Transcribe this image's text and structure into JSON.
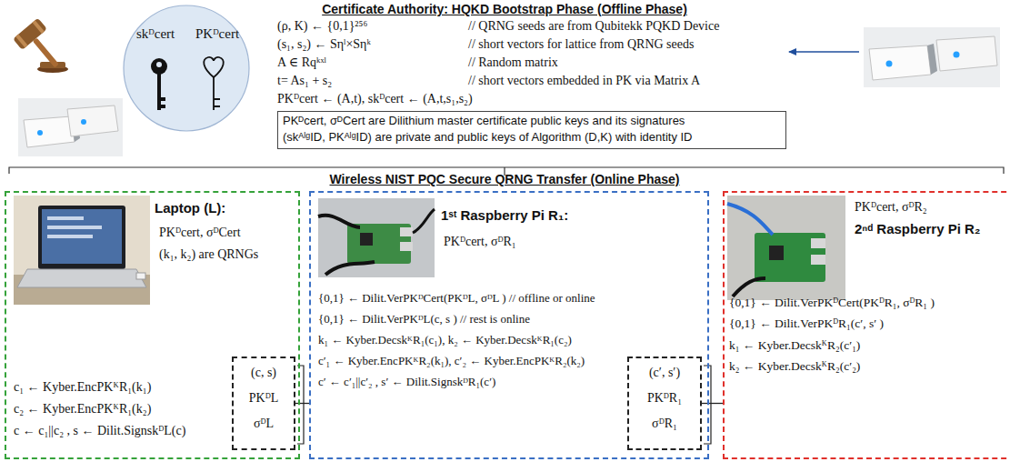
{
  "diagram": {
    "title": "Certificate Authority: HQKD Bootstrap Phase (Offline Phase)",
    "nodes": [
      {
        "text": [
          "skᴰcert",
          "PKᴰcert"
        ]
      },
      {
        "text": [
          "PKᴰcert, σᴰCert are Dilithium master certificate public keys and its signatures",
          "(skᴬˡᵍID, PKᴬˡᵍID) are private and public keys of Algorithm (D,K) with identity ID"
        ]
      },
      {
        "text": [
          "Laptop (L):",
          "PKᴰcert, σᴰCert",
          "(k₁, k₂) are QRNGs",
          "c₁ ← Kyber.EncPKᴷR₁(k₁)",
          "c₂ ← Kyber.EncPKᴷR₁(k₂)",
          "c ← c₁||c₂ , s ← Dilit.SignskᴰL(c)"
        ]
      },
      {
        "text": [
          "(c, s)",
          "PKᴰL",
          "σᴰL"
        ],
        "in": 2
      },
      {
        "text": [
          "1ˢᵗ Raspberry Pi R₁:",
          "PKᴰcert, σᴰR₁",
          "{0,1} ← Dilit.VerPKᴰCert(PKᴰL, σᴰL ) // offline or online",
          "{0,1} ← Dilit.VerPKᴰL(c, s ) // rest is online",
          "k₁ ← Kyber.DecskᴷR₁(c₁), k₂ ← Kyber.DecskᴷR₁(c₂)",
          "c′₁ ← Kyber.EncPKᴷR₂(k₁), c′₂ ← Kyber.EncPKᴷR₂(k₂)",
          "c′ ← c′₁||c′₂ , s′ ← Dilit.SignskᴰR₁(c′)"
        ]
      },
      {
        "text": [
          "(c′, s′)",
          "PKᴰR₁",
          "σᴰR₁"
        ],
        "in": 4
      },
      {
        "text": [
          "PKᴰcert, σᴰR₂",
          "2ⁿᵈ Raspberry Pi R₂",
          "{0,1} ← Dilit.VerPKᴰCert(PKᴰR₁, σᴰR₁ )",
          "{0,1} ← Dilit.VerPKᴰR₁(c′, s′ )",
          "k₁ ← Kyber.DecskᴷR₂(c′₁)",
          "k₂ ← Kyber.DecskᴷR₂(c′₂)"
        ]
      }
    ],
    "edges": [
      {
        "from": 3,
        "to": 4,
        "arrow": "none"
      },
      {
        "from": 5,
        "to": 6,
        "arrow": "none"
      }
    ],
    "labels": [
      "Wireless NIST PQC Secure QRNG Transfer (Online Phase)",
      "(ρ, K) ← {0,1}²⁵⁶",
      "// QRNG seeds are from Qubitekk PQKD Device",
      "(s₁, s₂) ← Sηˡ×Sηᵏ",
      "// short vectors for lattice from QRNG seeds",
      "A ∈ Rqᵏˣˡ",
      "// Random matrix",
      "t= As₁ + s₂",
      "// short vectors embedded in PK via Matrix A",
      "PKᴰcert ← (A,t), skᴰcert ← (A,t,s₁,s₂)"
    ]
  }
}
